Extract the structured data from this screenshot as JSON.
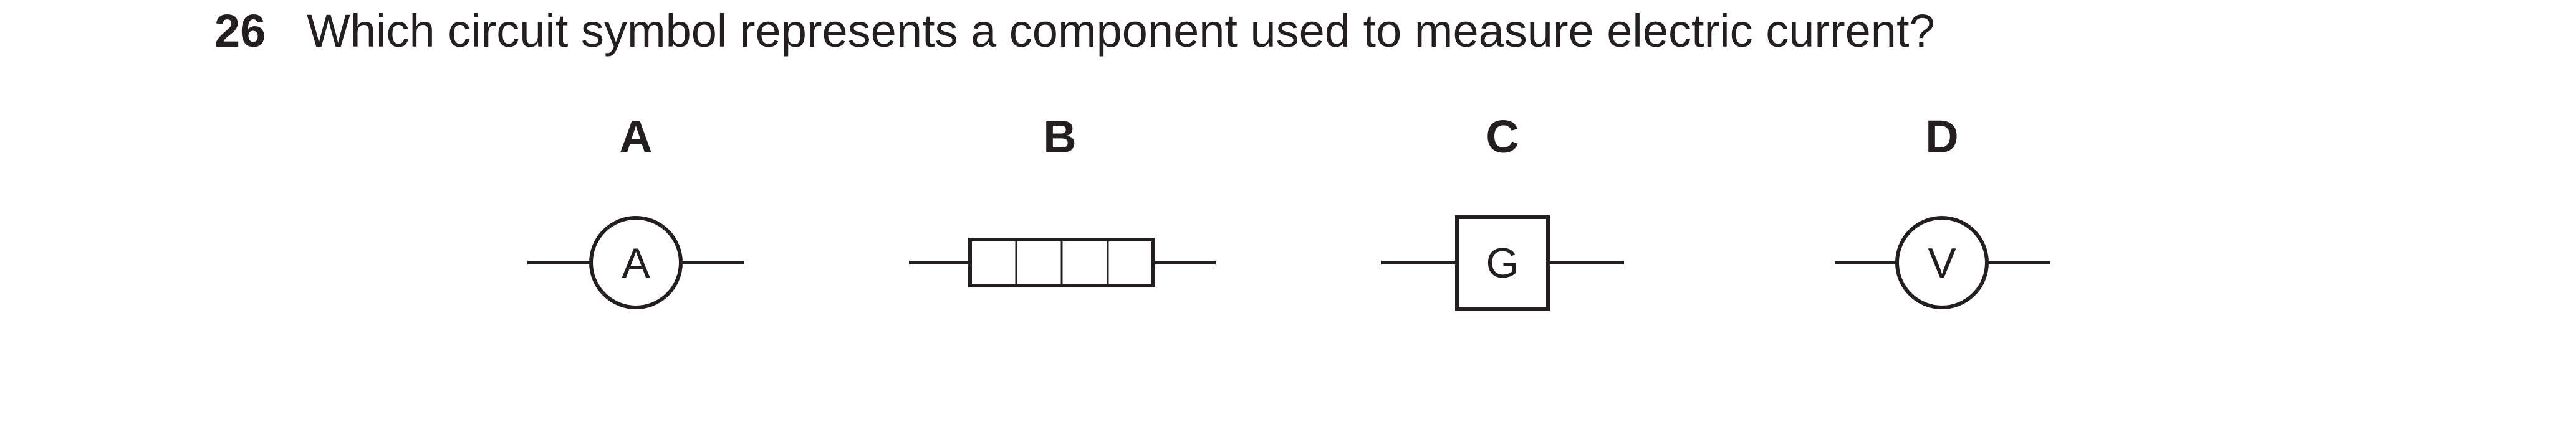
{
  "question": {
    "number": "26",
    "text": "Which circuit symbol represents a component used to measure electric current?"
  },
  "options": [
    {
      "letter": "A",
      "symbol": "ammeter",
      "symbol_label": "A"
    },
    {
      "letter": "B",
      "symbol": "cell-battery-grid",
      "symbol_label": ""
    },
    {
      "letter": "C",
      "symbol": "galvanometer-box",
      "symbol_label": "G"
    },
    {
      "letter": "D",
      "symbol": "voltmeter",
      "symbol_label": "V"
    }
  ],
  "colors": {
    "ink": "#231f20",
    "background": "#ffffff"
  }
}
